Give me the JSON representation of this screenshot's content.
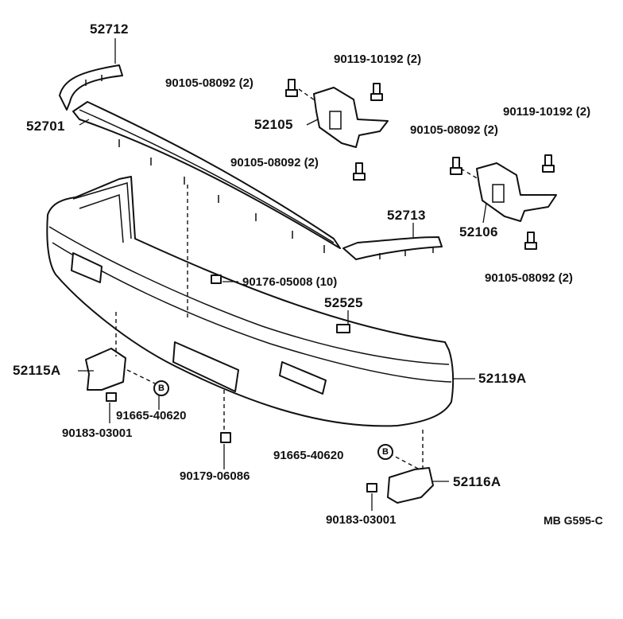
{
  "diagram": {
    "reference_code": "MB G595-C",
    "parts": {
      "p52712": "52712",
      "p52701": "52701",
      "p90119_a": "90119-10192 (2)",
      "p90105_a": "90105-08092 (2)",
      "p52105": "52105",
      "p90105_b": "90105-08092 (2)",
      "p90119_b": "90119-10192 (2)",
      "p90105_c": "90105-08092 (2)",
      "p52106": "52106",
      "p52713": "52713",
      "p90105_d": "90105-08092 (2)",
      "p90176": "90176-05008 (10)",
      "p52525": "52525",
      "p52115A": "52115A",
      "p52119A": "52119A",
      "p91665_a": "91665-40620",
      "p90183_a": "90183-03001",
      "p90179": "90179-06086",
      "p91665_b": "91665-40620",
      "p52116A": "52116A",
      "p90183_b": "90183-03001"
    },
    "callout_symbol": "B"
  }
}
